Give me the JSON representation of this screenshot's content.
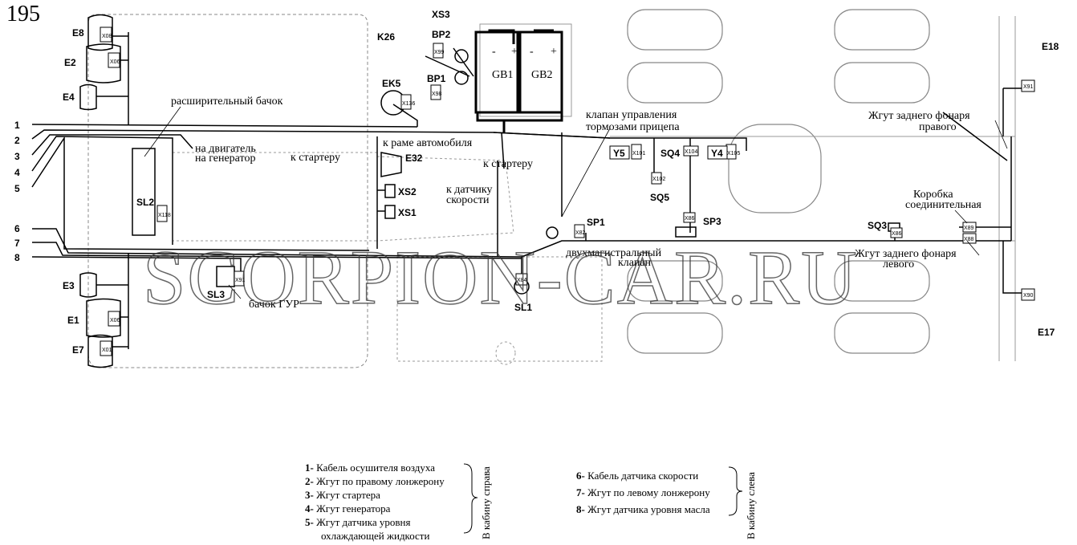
{
  "page_number": "195",
  "components": {
    "E8": "E8",
    "E2": "E2",
    "E4": "E4",
    "E3": "E3",
    "E1": "E1",
    "E7": "E7",
    "XS3": "XS3",
    "K26": "K26",
    "BP2": "BP2",
    "BP1": "BP1",
    "EK5": "EK5",
    "GB1": "GB1",
    "GB2": "GB2",
    "E32": "E32",
    "XS2": "XS2",
    "XS1": "XS1",
    "SL2": "SL2",
    "SL3": "SL3",
    "SL1": "SL1",
    "SP1": "SP1",
    "Y5": "Y5",
    "Y4": "Y4",
    "SQ4": "SQ4",
    "SQ5": "SQ5",
    "SP3": "SP3",
    "SQ3": "SQ3",
    "E18": "E18",
    "E17": "E17"
  },
  "connectors": {
    "x1": "X08",
    "x2": "X06",
    "x3": "X06",
    "x4": "X01",
    "x5": "X118",
    "x6": "X99",
    "x7": "X98",
    "x8": "X136",
    "x9": "X91",
    "x10": "X84",
    "x11": "X82",
    "x12": "X101",
    "x13": "X104",
    "x14": "X102",
    "x15": "X105",
    "x16": "X86",
    "x17": "X86",
    "x18": "X89",
    "x19": "X88",
    "x20": "X91",
    "x21": "X90"
  },
  "labels": {
    "expansion_tank": "расширительный бачок",
    "to_engine": "на двигатель",
    "to_generator": "на генератор",
    "to_starter_1": "к стартеру",
    "to_frame": "к раме автомобиля",
    "to_starter_2": "к стартеру",
    "speed_sensor_1": "к датчику",
    "speed_sensor_2": "скорости",
    "brake_valve_1": "клапан управления",
    "brake_valve_2": "тормозами прицепа",
    "rear_right_1": "Жгут заднего фонаря",
    "rear_right_2": "правого",
    "junction_1": "Коробка",
    "junction_2": "соединительная",
    "rear_left_1": "Жгут заднего фонаря",
    "rear_left_2": "левого",
    "dual_valve_1": "двухмагистральный",
    "dual_valve_2": "клапан",
    "gur_tank": "бачок ГУР"
  },
  "numbers": [
    "1",
    "2",
    "3",
    "4",
    "5",
    "6",
    "7",
    "8"
  ],
  "watermark": "SCORPION-CAR.RU",
  "legend_right": [
    {
      "num": "1-",
      "text": "Кабель осушителя воздуха"
    },
    {
      "num": "2-",
      "text": "Жгут по правому лонжерону"
    },
    {
      "num": "3-",
      "text": "Жгут стартера"
    },
    {
      "num": "4-",
      "text": "Жгут генератора"
    },
    {
      "num": "5-",
      "text": "Жгут датчика уровня"
    },
    {
      "num": "",
      "text": "охлаждающей жидкости"
    }
  ],
  "legend_right_caption": "В кабину справа",
  "legend_left": [
    {
      "num": "6-",
      "text": "Кабель датчика скорости"
    },
    {
      "num": "7-",
      "text": "Жгут по левому лонжерону"
    },
    {
      "num": "8-",
      "text": "Жгут датчика уровня масла"
    }
  ],
  "legend_left_caption": "В кабину слева"
}
